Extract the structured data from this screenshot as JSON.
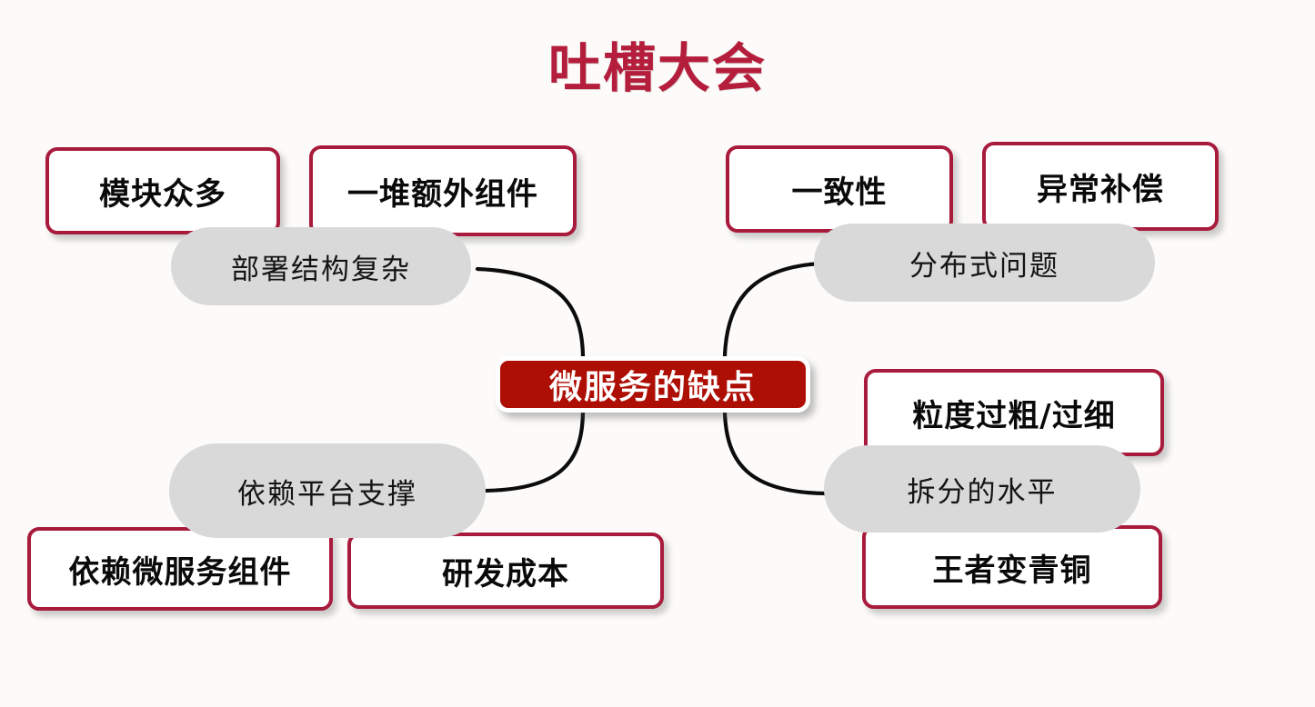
{
  "page": {
    "title": "吐槽大会",
    "background_color": "#fcfbf9",
    "title_color": "#b41e3c",
    "accent_border_color": "#a81b3c",
    "center_fill_color": "#ae0f05",
    "pill_fill_color": "#d9d9d9",
    "connector_color": "#0c0c0c"
  },
  "center": {
    "label": "微服务的缺点"
  },
  "branches": [
    {
      "id": "branch-top-left",
      "pill_label": "部署结构复杂",
      "cards": [
        {
          "id": "card-modules-many",
          "label": "模块众多"
        },
        {
          "id": "card-extra-components",
          "label": "一堆额外组件"
        }
      ]
    },
    {
      "id": "branch-top-right",
      "pill_label": "分布式问题",
      "cards": [
        {
          "id": "card-consistency",
          "label": "一致性"
        },
        {
          "id": "card-exception-compensation",
          "label": "异常补偿"
        }
      ]
    },
    {
      "id": "branch-bottom-left",
      "pill_label": "依赖平台支撑",
      "cards": [
        {
          "id": "card-depend-microservice-components",
          "label": "依赖微服务组件"
        },
        {
          "id": "card-rnd-cost",
          "label": "研发成本"
        }
      ]
    },
    {
      "id": "branch-bottom-right",
      "pill_label": "拆分的水平",
      "cards": [
        {
          "id": "card-granularity",
          "label": "粒度过粗/过细"
        },
        {
          "id": "card-king-to-bronze",
          "label": "王者变青铜"
        }
      ]
    }
  ]
}
